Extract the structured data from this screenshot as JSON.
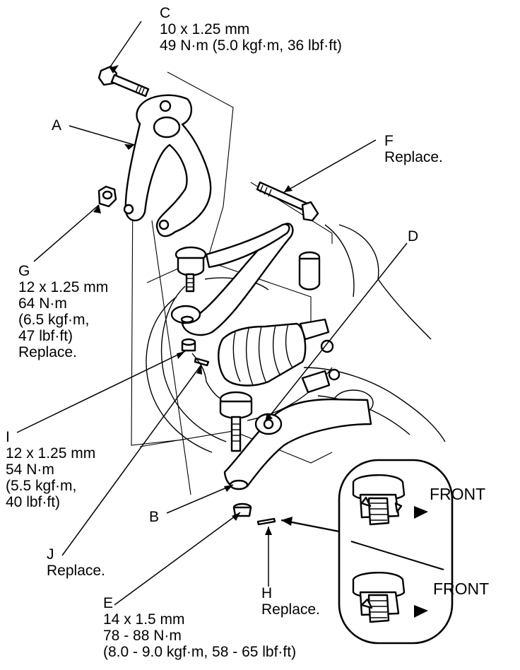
{
  "labels": {
    "C": {
      "letter": "C",
      "lines": [
        "10 x 1.25 mm",
        "49 N·m (5.0 kgf·m, 36 lbf·ft)"
      ]
    },
    "A": {
      "letter": "A"
    },
    "F": {
      "letter": "F",
      "lines": [
        "Replace."
      ]
    },
    "D": {
      "letter": "D"
    },
    "G": {
      "letter": "G",
      "lines": [
        "12 x 1.25 mm",
        "64 N·m",
        "(6.5 kgf·m,",
        "47 lbf·ft)",
        "Replace."
      ]
    },
    "I": {
      "letter": "I",
      "lines": [
        "12 x 1.25 mm",
        "54 N·m",
        "(5.5 kgf·m,",
        "40 lbf·ft)"
      ]
    },
    "B": {
      "letter": "B"
    },
    "J": {
      "letter": "J",
      "lines": [
        "Replace."
      ]
    },
    "E": {
      "letter": "E",
      "lines": [
        "14 x 1.5 mm",
        "78 - 88 N·m",
        "(8.0 - 9.0 kgf·m, 58 - 65 lbf·ft)"
      ]
    },
    "H": {
      "letter": "H",
      "lines": [
        "Replace."
      ]
    }
  },
  "detail": {
    "top_direction": "FRONT",
    "bottom_direction": "FRONT"
  }
}
